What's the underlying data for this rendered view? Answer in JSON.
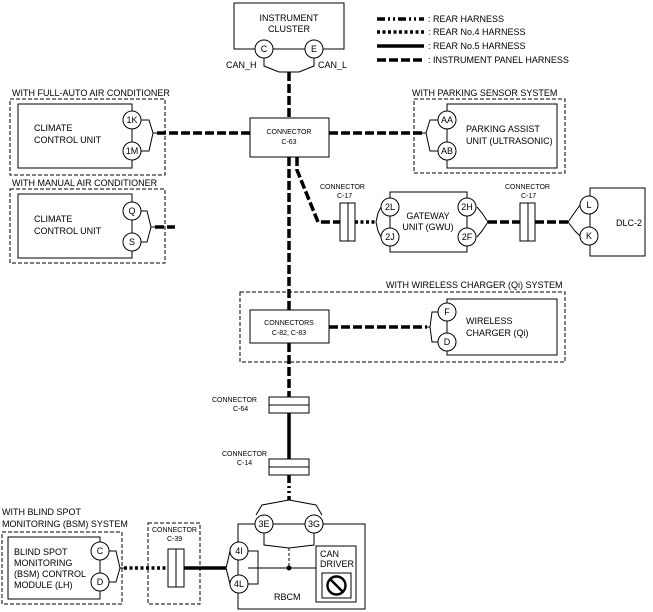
{
  "legend": {
    "rear": ": REAR HARNESS",
    "no4": ": REAR No.4 HARNESS",
    "no5": ": REAR No.5 HARNESS",
    "ip": ": INSTRUMENT PANEL HARNESS"
  },
  "cluster": {
    "line1": "INSTRUMENT",
    "line2": "CLUSTER",
    "pin_c": "C",
    "pin_e": "E",
    "can_h": "CAN_H",
    "can_l": "CAN_L"
  },
  "fullauto": {
    "group": "WITH FULL-AUTO AIR CONDITIONER",
    "line1": "CLIMATE",
    "line2": "CONTROL UNIT",
    "pin1": "1K",
    "pin2": "1M"
  },
  "manual": {
    "group": "WITH MANUAL AIR CONDITIONER",
    "line1": "CLIMATE",
    "line2": "CONTROL UNIT",
    "pin1": "Q",
    "pin2": "S"
  },
  "c63": {
    "line1": "CONNECTOR",
    "line2": "C-63"
  },
  "parking": {
    "group": "WITH PARKING SENSOR SYSTEM",
    "line1": "PARKING ASSIST",
    "line2": "UNIT (ULTRASONIC)",
    "pin1": "AA",
    "pin2": "AB"
  },
  "c17a": {
    "line1": "CONNECTOR",
    "line2": "C-17"
  },
  "c17b": {
    "line1": "CONNECTOR",
    "line2": "C-17"
  },
  "gateway": {
    "line1": "GATEWAY",
    "line2": "UNIT (GWU)",
    "pin_2l": "2L",
    "pin_2j": "2J",
    "pin_2h": "2H",
    "pin_2f": "2F"
  },
  "dlc": {
    "label": "DLC-2",
    "pin_l": "L",
    "pin_k": "K"
  },
  "wireless": {
    "group": "WITH WIRELESS CHARGER (Qi) SYSTEM",
    "conn1": "CONNECTORS",
    "conn2": "C-82, C-83",
    "line1": "WIRELESS",
    "line2": "CHARGER (Qi)",
    "pin_f": "F",
    "pin_d": "D"
  },
  "c64": {
    "line1": "CONNECTOR",
    "line2": "C-64"
  },
  "c14": {
    "line1": "CONNECTOR",
    "line2": "C-14"
  },
  "bsm": {
    "group1": "WITH BLIND SPOT",
    "group2": "MONITORING (BSM) SYSTEM",
    "line1": "BLIND SPOT",
    "line2": "MONITORING",
    "line3": "(BSM) CONTROL",
    "line4": "MODULE (LH)",
    "pin_c": "C",
    "pin_d": "D"
  },
  "c39": {
    "line1": "CONNECTOR",
    "line2": "C-39"
  },
  "rbcm": {
    "label": "RBCM",
    "pin_3e": "3E",
    "pin_3g": "3G",
    "pin_4i": "4I",
    "pin_4l": "4L",
    "can1": "CAN",
    "can2": "DRIVER"
  }
}
